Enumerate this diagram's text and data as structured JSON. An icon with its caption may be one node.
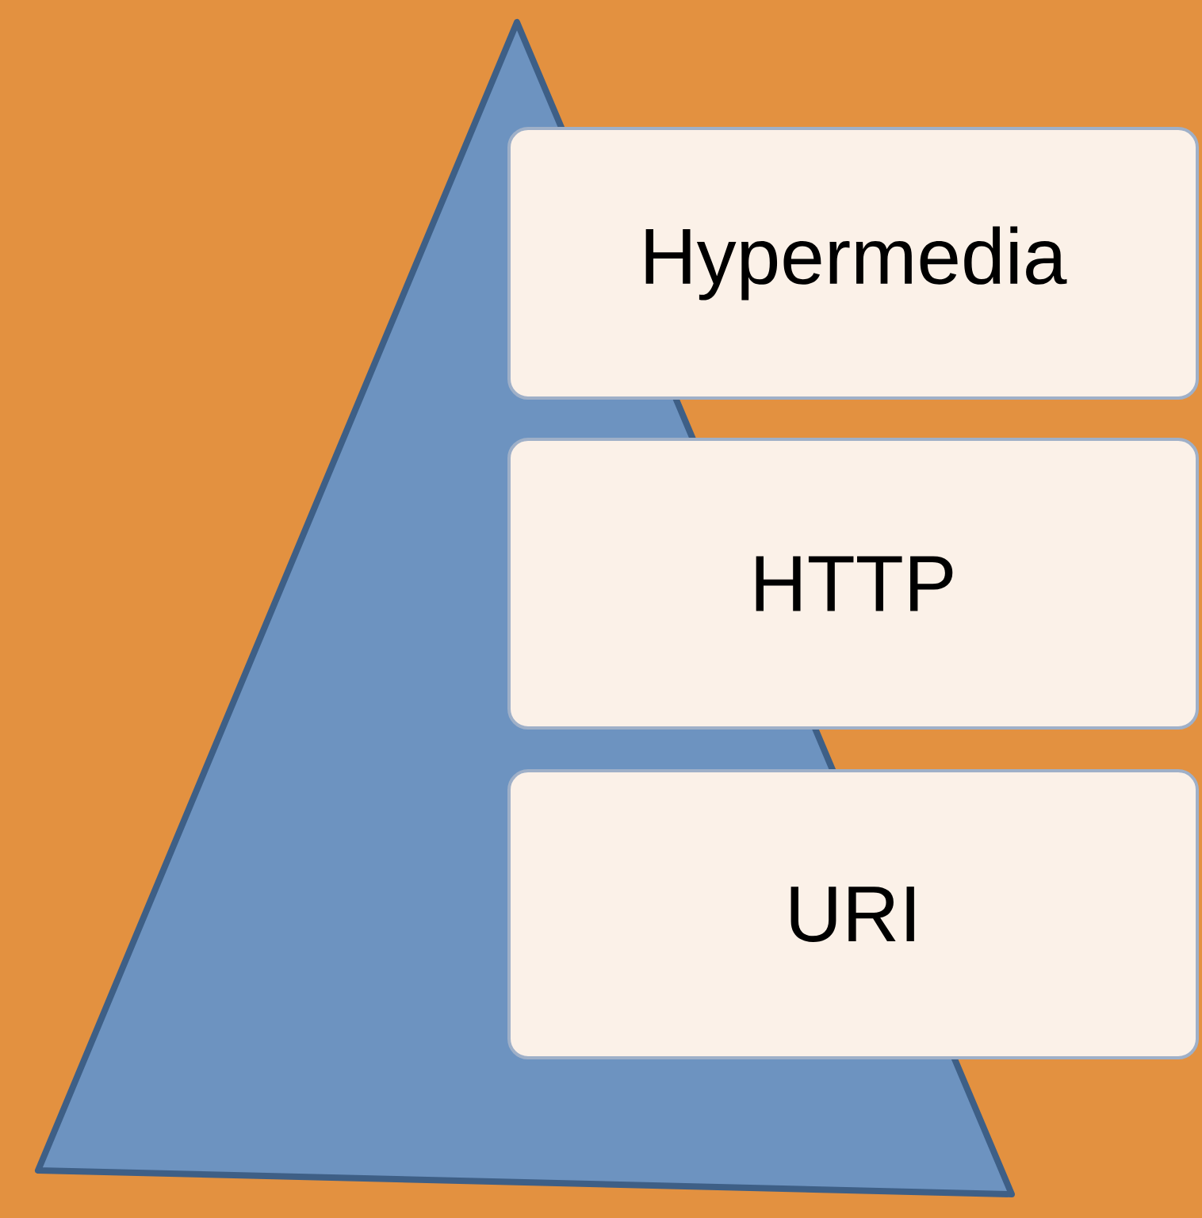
{
  "diagram": {
    "nodes": [
      {
        "text": [
          "Hypermedia"
        ]
      },
      {
        "text": [
          "HTTP"
        ]
      },
      {
        "text": [
          "URI"
        ]
      }
    ]
  }
}
